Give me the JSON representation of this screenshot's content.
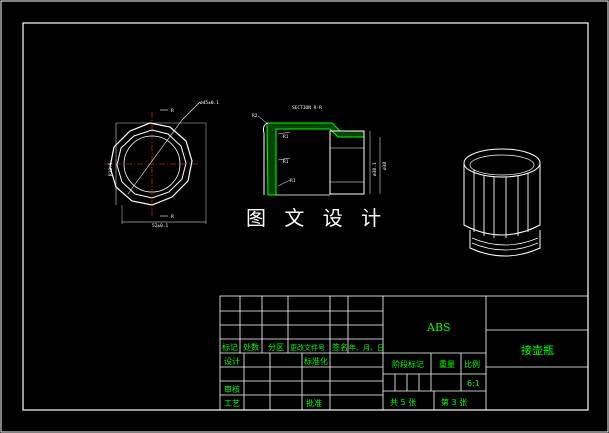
{
  "watermark": "图 文 设 计",
  "drawing": {
    "section_label": "SECTION R-R",
    "dims": {
      "top_callout": "ø45±0.1",
      "left_height": "R18.5",
      "bottom_width": "52±0.1",
      "section_r1": "R2",
      "section_r2": "R1",
      "section_r3": "R1",
      "section_r4": "R1",
      "right_inner": "ø38.1",
      "right_outer": "ø38"
    }
  },
  "title_block": {
    "material": "ABS",
    "part_name": "接壶瓶",
    "row_labels": {
      "mark": "标记",
      "count": "处数",
      "zone": "分区",
      "change_doc": "更改文件号",
      "sign": "签名",
      "date": "年、月、日"
    },
    "roles": {
      "design": "设计",
      "standardize": "标准化",
      "review": "审核",
      "process": "工艺",
      "approve": "批准"
    },
    "stage_mark": "阶段标记",
    "weight": "重量",
    "scale_label": "比例",
    "scale_value": "6:1",
    "sheets_total": "共 5 张",
    "sheet_no": "第 3 张"
  },
  "colors": {
    "frame": "#ffffff",
    "text": "#00ff00",
    "section_hatch": "#00ff00"
  }
}
